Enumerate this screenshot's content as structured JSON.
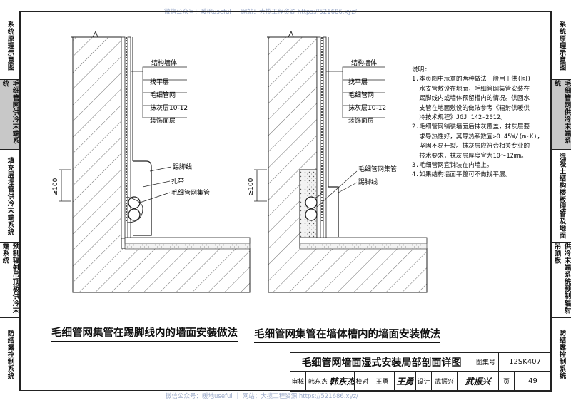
{
  "watermark_top": "微信公众号：暖地useful ｜ 网站：大揽工程资源 https://521686.xyz/",
  "watermark_bottom": "微信公众号：暖地useful ｜ 网站：大揽工程资源 https://521686.xyz/",
  "left_sidebar": [
    {
      "label": "系统原理示意图",
      "active": false
    },
    {
      "label": "毛细管网供冷末端系统",
      "active": true
    },
    {
      "label": "填充层埋管供冷末端系统",
      "active": false
    },
    {
      "label": "预制辐射吊顶板供冷末端系统",
      "active": false
    },
    {
      "label": "防结露控制系统",
      "active": false
    }
  ],
  "right_sidebar": [
    {
      "label": "系统原理示意图",
      "active": false
    },
    {
      "label": "毛细管网供冷末端系统",
      "active": true
    },
    {
      "label": "混凝土结构楼板埋管及地面",
      "active": false
    },
    {
      "label": "供冷末端系统预制辐射吊顶板",
      "active": false
    },
    {
      "label": "防结露控制系统",
      "active": false
    }
  ],
  "left_drawing": {
    "layer_labels": [
      "结构墙体",
      "找平层",
      "毛细管网",
      "抹灰层10-12",
      "装饰面层"
    ],
    "callouts": [
      "踢脚线",
      "扎带",
      "毛细管网集管"
    ],
    "dimension": "≥100",
    "title": "毛细管网集管在踢脚线内的墙面安装做法"
  },
  "right_drawing": {
    "layer_labels": [
      "结构墙体",
      "找平层",
      "毛细管网",
      "抹灰层10-12",
      "装饰面层"
    ],
    "callouts": [
      "毛细管网集管",
      "踢脚线"
    ],
    "dimension": "≥100",
    "title": "毛细管网集管在墙体槽内的墙面安装做法"
  },
  "notes": {
    "heading": "说明:",
    "lines": [
      "1.本页图中示意的两种做法一般用于供(回)",
      "  水支管敷设在地面，毛细管网集管安装在",
      "  踢脚线内或墙体预留槽内的情况。供回水",
      "  支管在地面敷设的做法参考《辐射供暖供",
      "  冷技术规程》JGJ 142-2012。",
      "2.毛细管网铺装墙面后抹灰覆盖，抹灰层要",
      "  求导热性好，其导热系数宜≥0.45W/(m·K)，",
      "  坚固不易开裂。抹灰层应符合相关专业的",
      "  技术要求，抹灰层厚度宜为10～12mm。",
      "3.毛细管网宜铺装在内墙上。",
      "4.如果结构墙面平整可不做找平层。"
    ]
  },
  "title_block": {
    "title": "毛细管网墙面湿式安装局部剖面详图",
    "atlas_label": "图集号",
    "atlas_number": "12SK407",
    "review_label": "审核",
    "reviewer": "韩东杰",
    "check_label": "校对",
    "checker": "王勇",
    "design_label": "设计",
    "designer": "武振兴",
    "page_label": "页",
    "page_number": "49"
  }
}
